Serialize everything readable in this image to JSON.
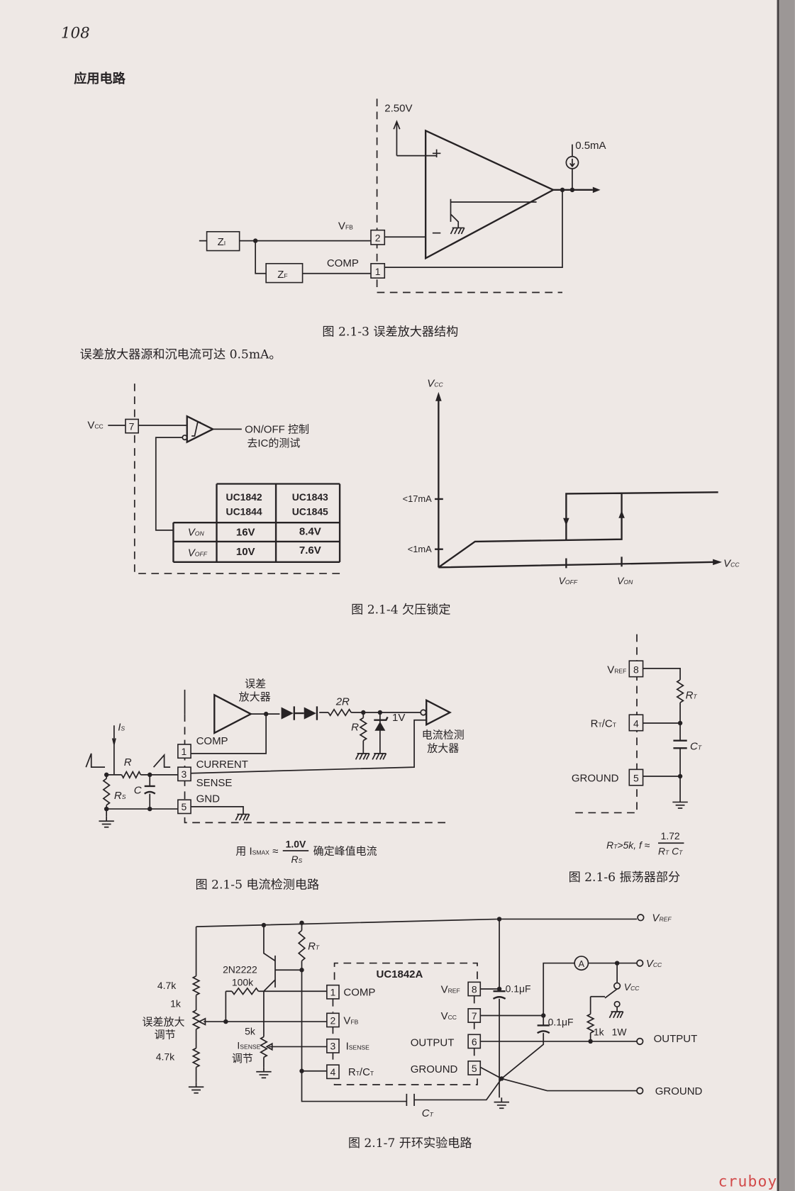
{
  "page": {
    "number": "108",
    "section": "应用电路",
    "watermark": "cruboy"
  },
  "fig3": {
    "caption": "图 2.1-3  误差放大器结构",
    "ref_voltage": "2.50V",
    "source_current": "0.5mA",
    "plus": "+",
    "minus": "−",
    "zi": {
      "m": "Z",
      "s": "I"
    },
    "zf": {
      "m": "Z",
      "s": "F"
    },
    "vfb": {
      "m": "V",
      "s": "FB"
    },
    "comp": "COMP",
    "pin2": "2",
    "pin1": "1"
  },
  "body_text": "误差放大器源和沉电流可达 0.5mA。",
  "fig4": {
    "caption": "图 2.1-4  欠压锁定",
    "vcc": {
      "m": "V",
      "s": "CC"
    },
    "pin7": "7",
    "onoff": "ON/OFF 控制",
    "ic_test": "去IC的测试",
    "table": {
      "headers": [
        [
          "UC1842",
          "UC1844"
        ],
        [
          "UC1843",
          "UC1845"
        ]
      ],
      "rows": [
        {
          "label": {
            "m": "V",
            "s": "ON"
          },
          "values": [
            "16V",
            "8.4V"
          ]
        },
        {
          "label": {
            "m": "V",
            "s": "OFF"
          },
          "values": [
            "10V",
            "7.6V"
          ]
        }
      ]
    },
    "graph": {
      "y_axis": {
        "m": "V",
        "s": "CC"
      },
      "x_axis": {
        "m": "V",
        "s": "CC"
      },
      "i_high": "<17mA",
      "i_low": "<1mA",
      "voff": {
        "m": "V",
        "s": "OFF"
      },
      "von": {
        "m": "V",
        "s": "ON"
      }
    }
  },
  "fig5": {
    "caption": "图 2.1-5  电流检测电路",
    "error_amp": [
      "误差",
      "放大器"
    ],
    "cs_amp": [
      "电流检测",
      "放大器"
    ],
    "r2": "2R",
    "r": "R",
    "r_in": "R",
    "c": "C",
    "rs": {
      "m": "R",
      "s": "S"
    },
    "is": {
      "m": "I",
      "s": "S"
    },
    "zener": "1V",
    "pins": {
      "p1": "1",
      "p3": "3",
      "p5": "5"
    },
    "labels": {
      "comp": "COMP",
      "current": "CURRENT",
      "sense": "SENSE",
      "gnd": "GND"
    },
    "formula": {
      "pre": "用 I",
      "sub": "SMAX",
      "approx": " ≈",
      "num": "1.0V",
      "den": "R",
      "den_sub": "S",
      "post": "确定峰值电流"
    }
  },
  "fig6": {
    "caption": "图 2.1-6  振荡器部分",
    "vref": {
      "m": "V",
      "s": "REF"
    },
    "rtct": "R",
    "rtct_full": {
      "a": "R",
      "as": "T",
      "b": "/C",
      "bs": "T"
    },
    "ground": "GROUND",
    "pins": {
      "p8": "8",
      "p4": "4",
      "p5": "5"
    },
    "rt": {
      "m": "R",
      "s": "T"
    },
    "ct": {
      "m": "C",
      "s": "T"
    },
    "formula": {
      "cond": "R",
      "cond_sub": "T",
      "cond_rest": ">5k, f ≈",
      "num": "1.72",
      "den": "R",
      "den_sub1": "T",
      "den_c": " C",
      "den_sub2": "T"
    }
  },
  "fig7": {
    "caption": "图 2.1-7  开环实验电路",
    "ic": "UC1842A",
    "transistor": "2N2222",
    "r_top": "4.7k",
    "pot_ea": "1k",
    "ea_adjust": [
      "误差放大",
      "调节"
    ],
    "r_bottom": "4.7k",
    "r_base": "100k",
    "pot_is": "5k",
    "is_adjust": {
      "m": "I",
      "s": "SENSE",
      "line2": "调节"
    },
    "rt": {
      "m": "R",
      "s": "T"
    },
    "ct": {
      "m": "C",
      "s": "T"
    },
    "cap1": "0.1μF",
    "cap2": "0.1μF",
    "load": "1k",
    "load_power": "1W",
    "ammeter": "A",
    "left_pins": [
      {
        "n": "1",
        "m": "COMP",
        "s": ""
      },
      {
        "n": "2",
        "m": "V",
        "s": "FB"
      },
      {
        "n": "3",
        "m": "I",
        "s": "SENSE"
      },
      {
        "n": "4",
        "m": "R",
        "s": "T",
        "m2": "/C",
        "s2": "T"
      }
    ],
    "right_pins": [
      {
        "n": "8",
        "m": "V",
        "s": "REF"
      },
      {
        "n": "7",
        "m": "V",
        "s": "CC"
      },
      {
        "n": "6",
        "m": "OUTPUT",
        "s": ""
      },
      {
        "n": "5",
        "m": "GROUND",
        "s": ""
      }
    ],
    "terminals": {
      "vref": {
        "m": "V",
        "s": "REF"
      },
      "vcc": {
        "m": "V",
        "s": "CC"
      },
      "vcc2": {
        "m": "V",
        "s": "CC"
      },
      "output": "OUTPUT",
      "ground": "GROUND"
    }
  }
}
